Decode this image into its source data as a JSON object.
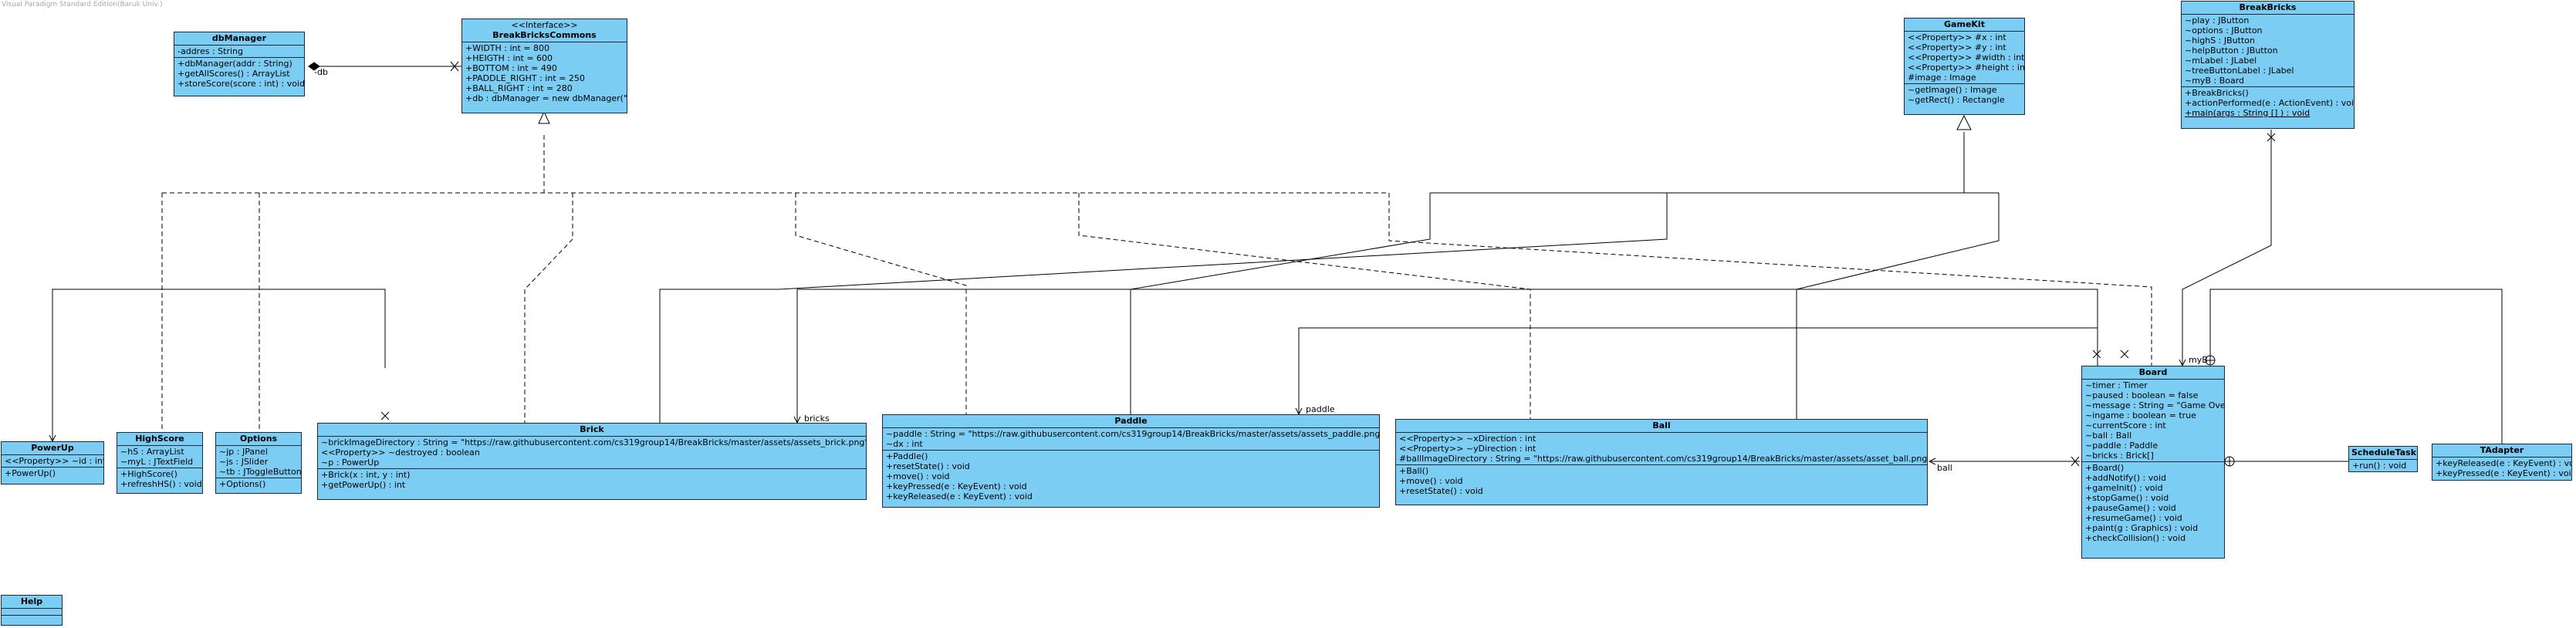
{
  "watermark": "Visual Paradigm Standard Edition(Baruk Univ.)",
  "classes": {
    "dbManager": {
      "name": "dbManager",
      "attributes": [
        "-addres : String"
      ],
      "operations": [
        "+dbManager(addr : String)",
        "+getAllScores() : ArrayList",
        "+storeScore(score : int) : void"
      ]
    },
    "BreakBricksCommons": {
      "stereotype": "<<Interface>>",
      "name": "BreakBricksCommons",
      "attributes": [
        "+WIDTH : int = 800",
        "+HEIGTH : int = 600",
        "+BOTTOM : int = 490",
        "+PADDLE_RIGHT : int = 250",
        "+BALL_RIGHT : int = 280",
        "+db : dbManager = new dbManager(\"\")"
      ]
    },
    "GameKit": {
      "name": "GameKit",
      "attributes": [
        "<<Property>> #x : int",
        "<<Property>> #y : int",
        "<<Property>> #width : int",
        "<<Property>> #height : int",
        "#image : Image"
      ],
      "operations": [
        "~getImage() : Image",
        "~getRect() : Rectangle"
      ]
    },
    "BreakBricks": {
      "name": "BreakBricks",
      "attributes": [
        "~play : JButton",
        "~options : JButton",
        "~highS : JButton",
        "~helpButton : JButton",
        "~mLabel : JLabel",
        "~treeButtonLabel : JLabel",
        "~myB : Board"
      ],
      "operations": [
        "+BreakBricks()",
        "+actionPerformed(e : ActionEvent) : void",
        "+main(args : String [] ) : void"
      ]
    },
    "PowerUp": {
      "name": "PowerUp",
      "attributes": [
        "<<Property>> ~id : int"
      ],
      "operations": [
        "+PowerUp()"
      ]
    },
    "HighScore": {
      "name": "HighScore",
      "attributes": [
        "~hS : ArrayList",
        "~myL : JTextField"
      ],
      "operations": [
        "+HighScore()",
        "+refreshHS() : void"
      ]
    },
    "Options": {
      "name": "Options",
      "attributes": [
        "~jp : JPanel",
        "~js : JSlider",
        "~tb : JToggleButton"
      ],
      "operations": [
        "+Options()"
      ]
    },
    "Brick": {
      "name": "Brick",
      "attributes": [
        "~brickImageDirectory : String = \"https://raw.githubusercontent.com/cs319group14/BreakBricks/master/assets/assets_brick.png\"",
        "<<Property>> ~destroyed : boolean",
        "~p : PowerUp"
      ],
      "operations": [
        "+Brick(x : int, y : int)",
        "+getPowerUp() : int"
      ]
    },
    "Paddle": {
      "name": "Paddle",
      "attributes": [
        "~paddle : String = \"https://raw.githubusercontent.com/cs319group14/BreakBricks/master/assets/assets_paddle.png\"",
        "~dx : int"
      ],
      "operations": [
        "+Paddle()",
        "+resetState() : void",
        "+move() : void",
        "+keyPressed(e : KeyEvent) : void",
        "+keyReleased(e : KeyEvent) : void"
      ]
    },
    "Ball": {
      "name": "Ball",
      "attributes": [
        "<<Property>> ~xDirection : int",
        "<<Property>> ~yDirection : int",
        "#ballImageDirectory : String = \"https://raw.githubusercontent.com/cs319group14/BreakBricks/master/assets/asset_ball.png\""
      ],
      "operations": [
        "+Ball()",
        "+move() : void",
        "+resetState() : void"
      ]
    },
    "Board": {
      "name": "Board",
      "attributes": [
        "~timer : Timer",
        "~paused : boolean = false",
        "~message : String = \"Game Over\"",
        "~ingame : boolean = true",
        "~currentScore : int",
        "~ball : Ball",
        "~paddle : Paddle",
        "~bricks : Brick[]"
      ],
      "operations": [
        "+Board()",
        "+addNotify() : void",
        "+gameInit() : void",
        "+stopGame() : void",
        "+pauseGame() : void",
        "+resumeGame() : void",
        "+paint(g : Graphics) : void",
        "+checkCollision() : void"
      ]
    },
    "ScheduleTask": {
      "name": "ScheduleTask",
      "operations": [
        "+run() : void"
      ]
    },
    "TAdapter": {
      "name": "TAdapter",
      "operations": [
        "+keyReleased(e : KeyEvent) : void",
        "+keyPressed(e : KeyEvent) : void"
      ]
    },
    "Help": {
      "name": "Help"
    }
  },
  "association_labels": {
    "db": "-db",
    "bricks": "bricks",
    "paddle": "paddle",
    "ball": "ball",
    "myB": "myB"
  }
}
